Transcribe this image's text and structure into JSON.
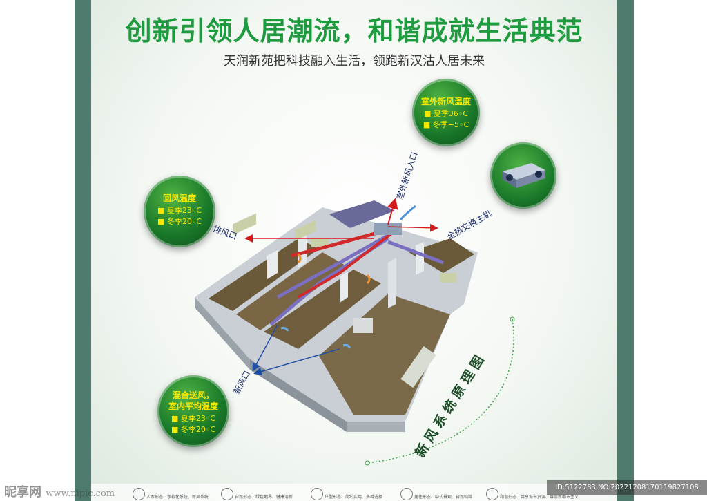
{
  "headline": "创新引领人居潮流，和谐成就生活典范",
  "subline": "天润新苑把科技融入生活，领跑新汉沽人居未来",
  "bubbles": {
    "outdoor": {
      "title": "室外新风温度",
      "line1": "■ 夏季36◦C",
      "line2": "■ 冬季−5◦C"
    },
    "return": {
      "title": "回风温度",
      "line1": "■ 夏季23◦C",
      "line2": "■ 冬季20◦C"
    },
    "mixed": {
      "title": "混合送风，",
      "title2": "室内平均温度",
      "line1": "■ 夏季23◦C",
      "line2": "■ 冬季20◦C"
    }
  },
  "labels": {
    "outdoor_inlet": "室外新风入口",
    "heat_exchanger": "全热交换主机",
    "exhaust": "排风口",
    "fresh_outlet": "新风口",
    "diagram_title": "新风系统原理图"
  },
  "footer": {
    "items": [
      "人本形态、水软化系统、新风系统",
      "自然形态、绿色地界、健康清新",
      "户型形态、简约实用、多种选择",
      "居住形态、中式景观、自然纯粹",
      "和谐形态、共享城市资源、尊崇新都市主义"
    ]
  },
  "watermark": {
    "left_brand": "昵享网",
    "left_url": "www.nipic.com",
    "right_id": "ID:5122783 NO:20221208170119827108"
  },
  "colors": {
    "headline_green": "#1e9a3f",
    "side_bar": "#4e7b6d",
    "bubble_text": "#f5e600",
    "exhaust_arrow": "#d21c1c",
    "fresh_arrow": "#1f4fa5"
  }
}
